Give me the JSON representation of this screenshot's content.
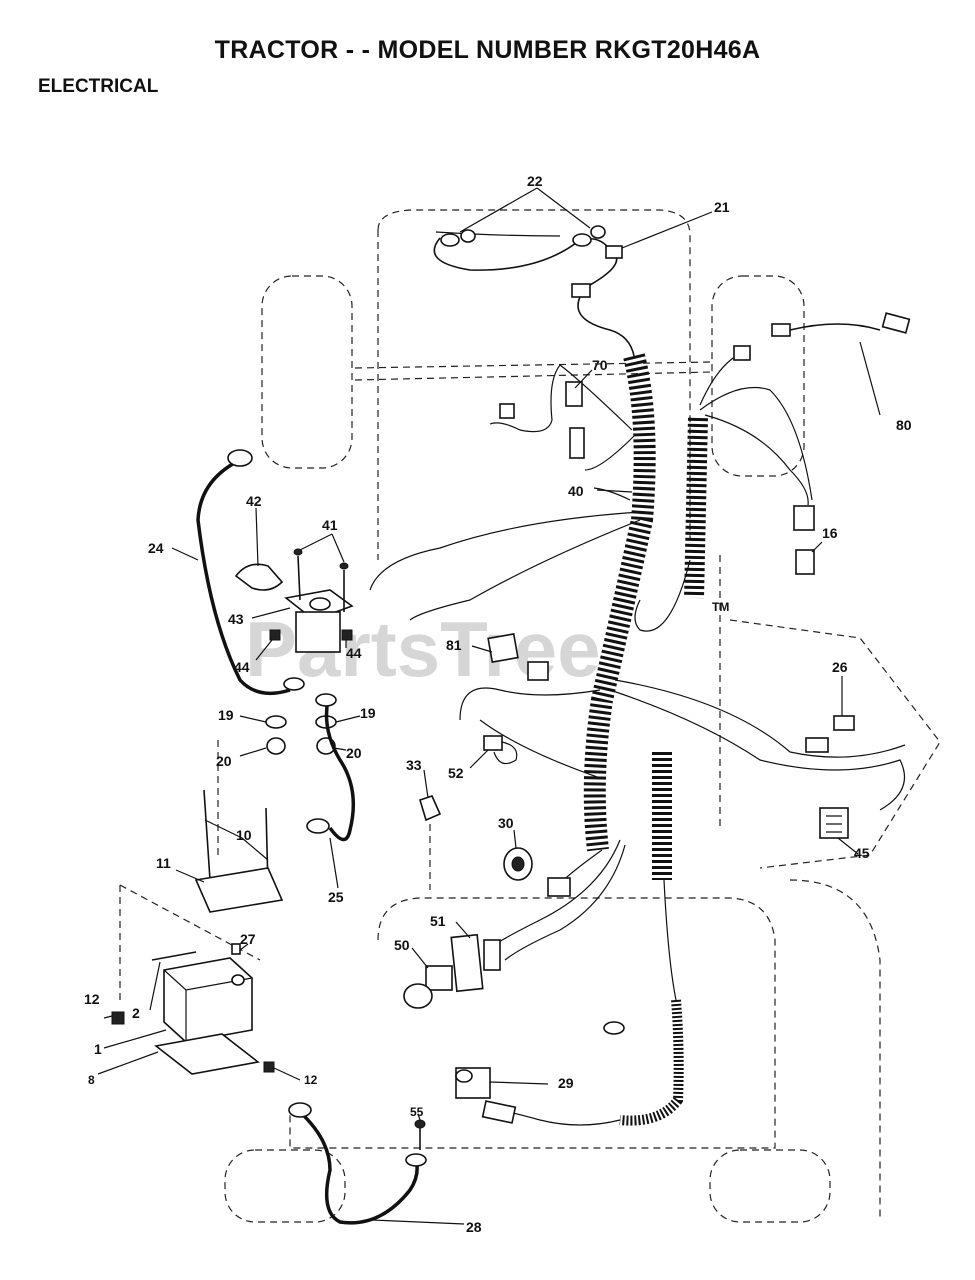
{
  "header": {
    "title": "TRACTOR - - MODEL NUMBER RKGT20H46A",
    "section": "ELECTRICAL"
  },
  "watermark": {
    "text": "PartsTree",
    "trademark": "TM"
  },
  "callouts": {
    "c1": "1",
    "c2": "2",
    "c8": "8",
    "c10": "10",
    "c11": "11",
    "c12a": "12",
    "c12b": "12",
    "c16": "16",
    "c19a": "19",
    "c19b": "19",
    "c20a": "20",
    "c20b": "20",
    "c21": "21",
    "c22": "22",
    "c24": "24",
    "c25": "25",
    "c26": "26",
    "c27": "27",
    "c28": "28",
    "c29": "29",
    "c30": "30",
    "c33": "33",
    "c40": "40",
    "c41": "41",
    "c42": "42",
    "c43": "43",
    "c44a": "44",
    "c44b": "44",
    "c45": "45",
    "c50": "50",
    "c51": "51",
    "c52": "52",
    "c55": "55",
    "c70": "70",
    "c80": "80",
    "c81": "81"
  }
}
